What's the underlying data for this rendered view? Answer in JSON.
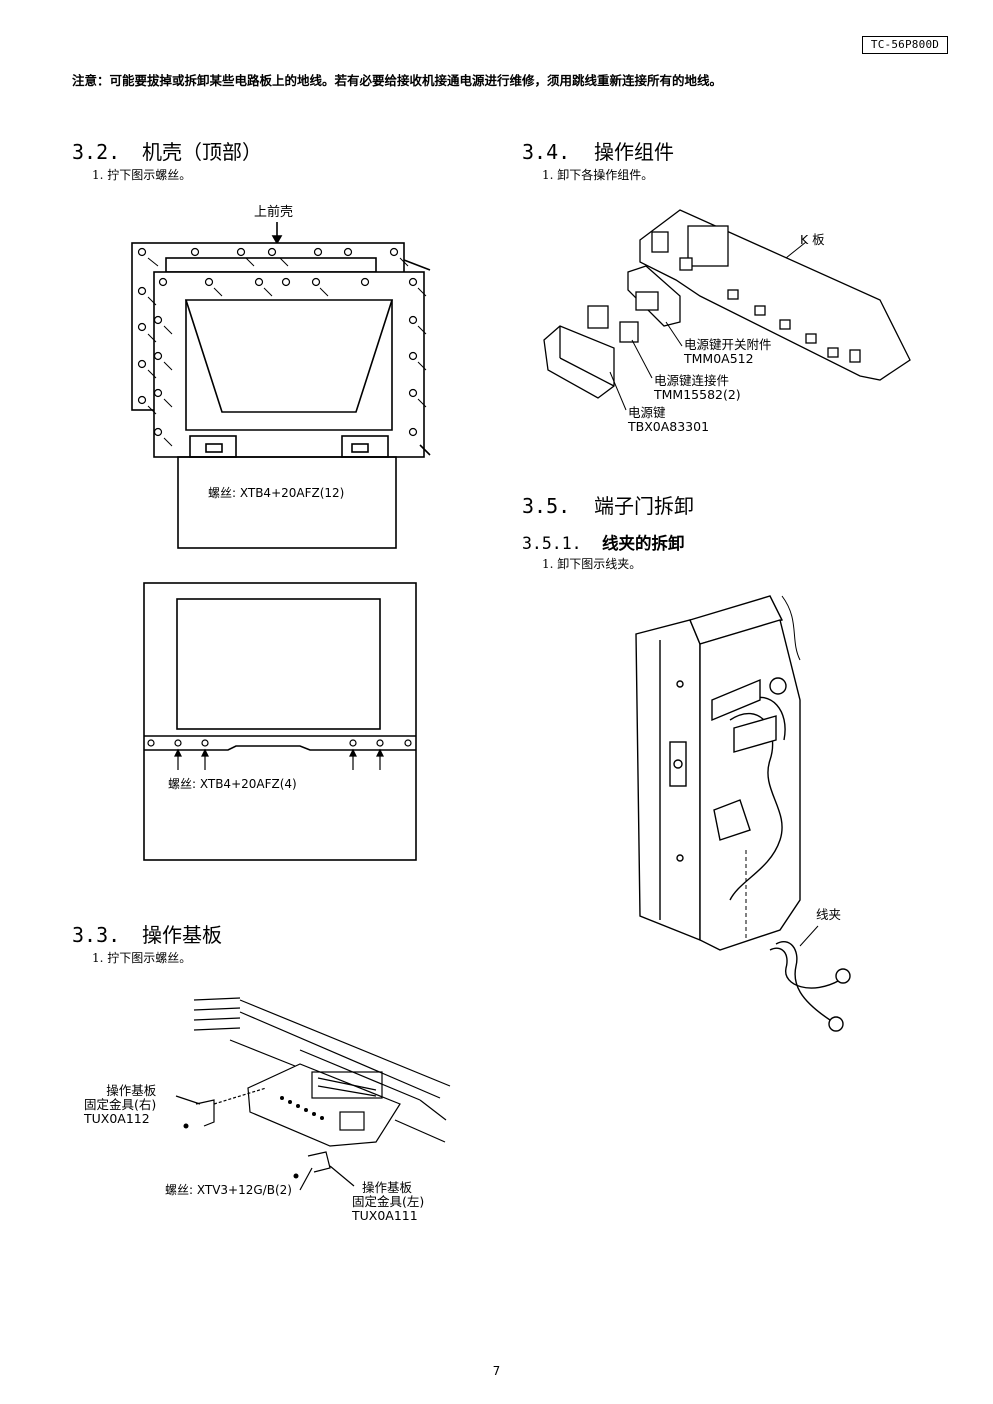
{
  "header": {
    "model": "TC-56P800D",
    "notice": "注意：可能要拔掉或拆卸某些电路板上的地线。若有必要给接收机接通电源进行维修，须用跳线重新连接所有的地线。"
  },
  "sections": {
    "s32": {
      "number": "3.2.",
      "title": "机壳（顶部）",
      "step": "1. 拧下图示螺丝。",
      "fig_top": {
        "label_top": "上前壳",
        "screw_label": "螺丝: XTB4+20AFZ(12)"
      },
      "fig_bottom": {
        "screw_label": "螺丝: XTB4+20AFZ(4)"
      }
    },
    "s33": {
      "number": "3.3.",
      "title": "操作基板",
      "step": "1. 拧下图示螺丝。",
      "labels": {
        "bracket_right": [
          "操作基板",
          "固定金具(右)",
          "TUX0A112"
        ],
        "screw": "螺丝: XTV3+12G/B(2)",
        "bracket_left": [
          "操作基板",
          "固定金具(左)",
          "TUX0A111"
        ]
      }
    },
    "s34": {
      "number": "3.4.",
      "title": "操作组件",
      "step": "1. 卸下各操作组件。",
      "labels": {
        "k_board": "K 板",
        "attachment": [
          "电源键开关附件",
          "TMM0A512"
        ],
        "connector": [
          "电源键连接件",
          "TMM15582(2)"
        ],
        "power_key": [
          "电源键",
          "TBX0A83301"
        ]
      }
    },
    "s35": {
      "number": "3.5.",
      "title": "端子门拆卸",
      "sub": {
        "number": "3.5.1.",
        "title": "线夹的拆卸",
        "step": "1. 卸下图示线夹。",
        "clamp_label": "线夹"
      }
    }
  },
  "footer": {
    "page": "7"
  }
}
